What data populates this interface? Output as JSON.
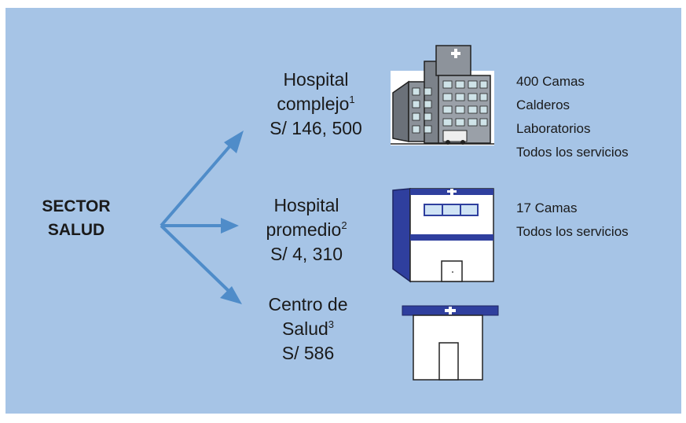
{
  "sector": {
    "line1": "SECTOR",
    "line2": "SALUD"
  },
  "facilities": [
    {
      "name_line1": "Hospital",
      "name_line2": "complejo",
      "note": "1",
      "cost": "S/ 146, 500",
      "features": [
        "400 Camas",
        "Calderos",
        "Laboratorios",
        "Todos los servicios"
      ]
    },
    {
      "name_line1": "Hospital",
      "name_line2": "promedio",
      "note": "2",
      "cost": "S/ 4, 310",
      "features": [
        "17 Camas",
        "Todos los servicios"
      ]
    },
    {
      "name_line1": "Centro de",
      "name_line2": "Salud",
      "note": "3",
      "cost": "S/ 586",
      "features": []
    }
  ],
  "colors": {
    "background": "#a6c4e6",
    "arrow": "#4f8cc9",
    "building_blue": "#2f3f9e"
  },
  "icons": [
    "arrow-icon",
    "complex-hospital-icon",
    "average-hospital-icon",
    "health-center-icon"
  ]
}
